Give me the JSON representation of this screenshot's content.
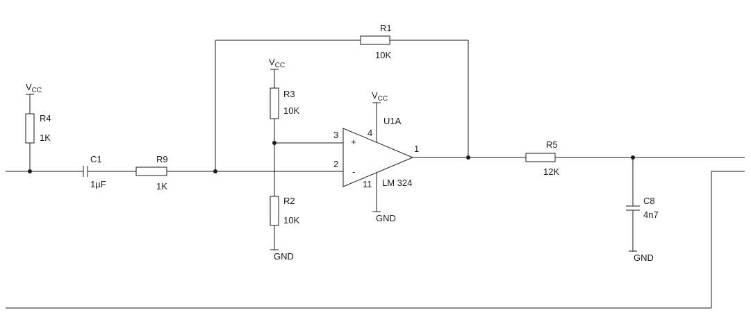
{
  "schematic": {
    "vcc_label": "V",
    "vcc_sub": "CC",
    "gnd_label": "GND",
    "components": {
      "R1": {
        "ref": "R1",
        "value": "10K"
      },
      "R2": {
        "ref": "R2",
        "value": "10K"
      },
      "R3": {
        "ref": "R3",
        "value": "10K"
      },
      "R4": {
        "ref": "R4",
        "value": "1K"
      },
      "R5": {
        "ref": "R5",
        "value": "12K"
      },
      "R9": {
        "ref": "R9",
        "value": "1K"
      },
      "C1": {
        "ref": "C1",
        "value": "1µF"
      },
      "C8": {
        "ref": "C8",
        "value": "4n7"
      }
    },
    "opamp": {
      "ref": "U1A",
      "part": "LM 324",
      "plus": "+",
      "minus": "-",
      "pins": {
        "p1": "1",
        "p2": "2",
        "p3": "3",
        "p4": "4",
        "p11": "11"
      }
    }
  }
}
